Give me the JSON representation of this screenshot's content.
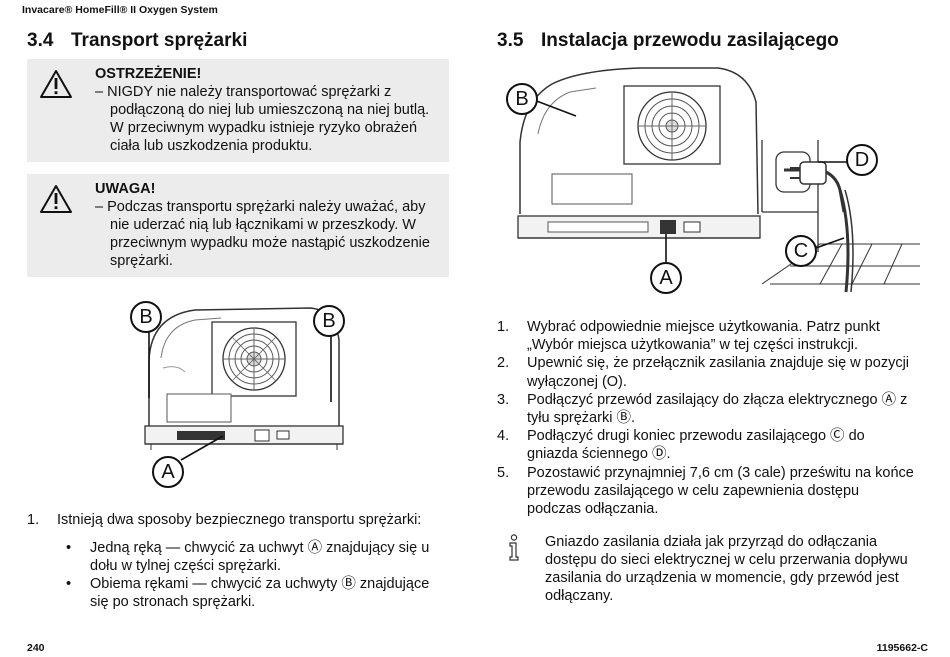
{
  "header": {
    "text": "Invacare® HomeFill® II Oxygen System"
  },
  "left": {
    "section_number": "3.4",
    "section_title": "Transport sprężarki",
    "warning": {
      "title": "OSTRZEŻENIE!",
      "text": "– NIGDY nie należy transportować sprężarki z podłączoną do niej lub umieszczoną na niej butlą. W przeciwnym wypadku istnieje ryzyko obrażeń ciała lub uszkodzenia produktu."
    },
    "caution": {
      "title": "UWAGA!",
      "text": "– Podczas transportu sprężarki należy uważać, aby nie uderzać nią lub łącznikami w przeszkody. W przeciwnym wypadku może nastąpić uszkodzenie sprężarki."
    },
    "figure_labels": {
      "b1": "B",
      "b2": "B",
      "a": "A"
    },
    "step1_num": "1.",
    "step1_text": "Istnieją dwa sposoby bezpiecznego transportu sprężarki:",
    "bullets": [
      "Jedną ręką — chwycić za uchwyt Ⓐ znajdujący się u dołu w tylnej części sprężarki.",
      "Obiema rękami — chwycić za uchwyty Ⓑ znajdujące się po stronach sprężarki."
    ],
    "bullet_char": "•"
  },
  "right": {
    "section_number": "3.5",
    "section_title": "Instalacja przewodu zasilającego",
    "figure_labels": {
      "b": "B",
      "d": "D",
      "c": "C",
      "a": "A"
    },
    "steps": [
      {
        "num": "1.",
        "text": "Wybrać odpowiednie miejsce użytkowania. Patrz punkt „Wybór miejsca użytkowania” w tej części instrukcji."
      },
      {
        "num": "2.",
        "text": "Upewnić się, że przełącznik zasilania znajduje się w pozycji wyłączonej (O)."
      },
      {
        "num": "3.",
        "text": "Podłączyć przewód zasilający do złącza elektrycznego Ⓐ z tyłu sprężarki Ⓑ."
      },
      {
        "num": "4.",
        "text": "Podłączyć drugi koniec przewodu zasilającego Ⓒ do gniazda ściennego Ⓓ."
      },
      {
        "num": "5.",
        "text": "Pozostawić przynajmniej 7,6 cm (3 cale) prześwitu na końce przewodu zasilającego w celu zapewnienia dostępu podczas odłączania."
      }
    ],
    "info_text": "Gniazdo zasilania działa jak przyrząd do odłączania dostępu do sieci elektrycznej w celu przerwania dopływu zasilania do urządzenia w momencie, gdy przewód jest odłączany."
  },
  "footer": {
    "page_number": "240",
    "doc_number": "1195662-C"
  }
}
